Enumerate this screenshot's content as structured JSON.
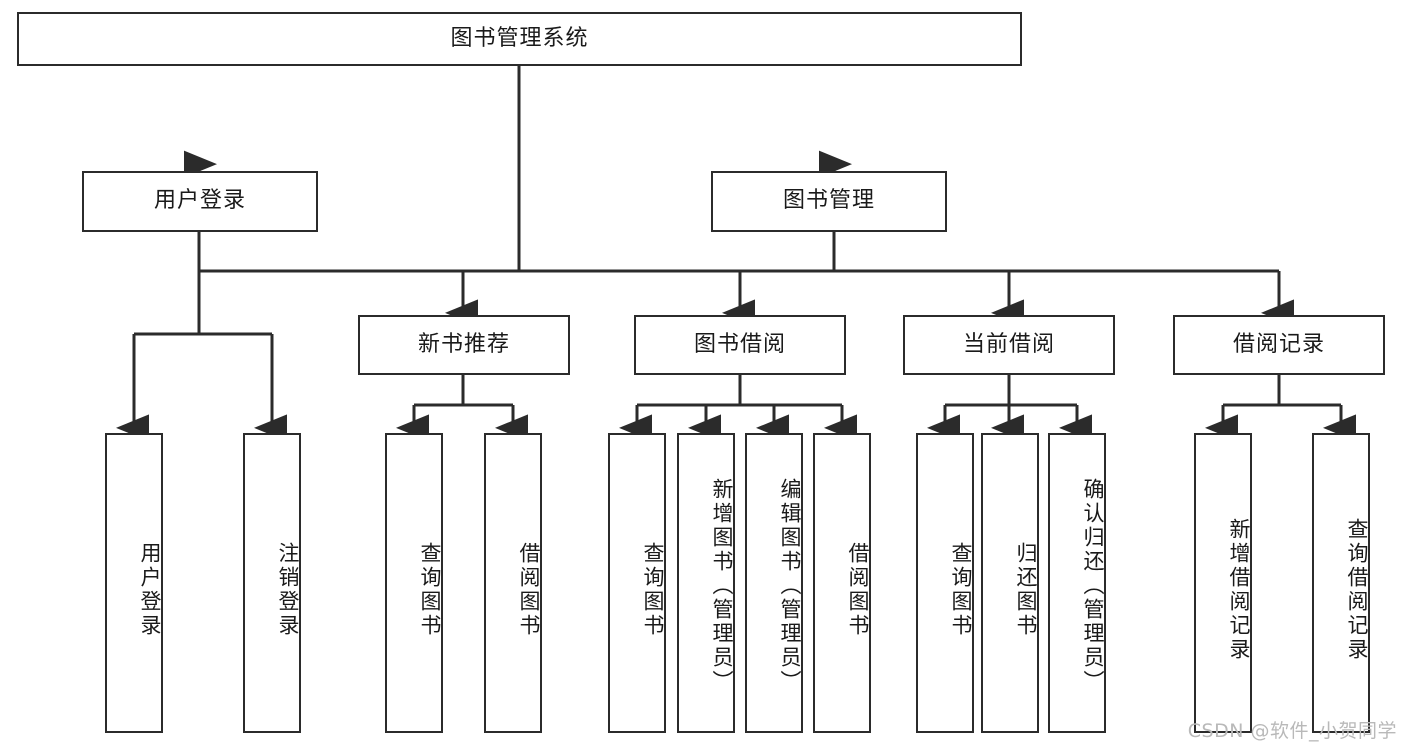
{
  "diagram": {
    "type": "tree-hierarchy",
    "title": "图书管理系统",
    "background_color": "#ffffff",
    "line_color": "#2b2b2b",
    "text_color": "#1a1a1a",
    "root": {
      "label": "图书管理系统"
    },
    "level1": [
      {
        "label": "用户登录"
      },
      {
        "label": "图书管理"
      }
    ],
    "level2": [
      {
        "label": "新书推荐"
      },
      {
        "label": "图书借阅"
      },
      {
        "label": "当前借阅"
      },
      {
        "label": "借阅记录"
      }
    ],
    "leaves": {
      "user_login": [
        {
          "label": "用户登录"
        },
        {
          "label": "注销登录"
        }
      ],
      "new_book_recommend": [
        {
          "label": "查询图书"
        },
        {
          "label": "借阅图书"
        }
      ],
      "book_borrow": [
        {
          "label": "查询图书"
        },
        {
          "label": "新增图书（管理员）"
        },
        {
          "label": "编辑图书（管理员）"
        },
        {
          "label": "借阅图书"
        }
      ],
      "current_borrow": [
        {
          "label": "查询图书"
        },
        {
          "label": "归还图书"
        },
        {
          "label": "确认归还（管理员）"
        }
      ],
      "borrow_records": [
        {
          "label": "新增借阅记录"
        },
        {
          "label": "查询借阅记录"
        }
      ]
    }
  },
  "watermark": {
    "text": "CSDN @软件_小贺同学"
  }
}
